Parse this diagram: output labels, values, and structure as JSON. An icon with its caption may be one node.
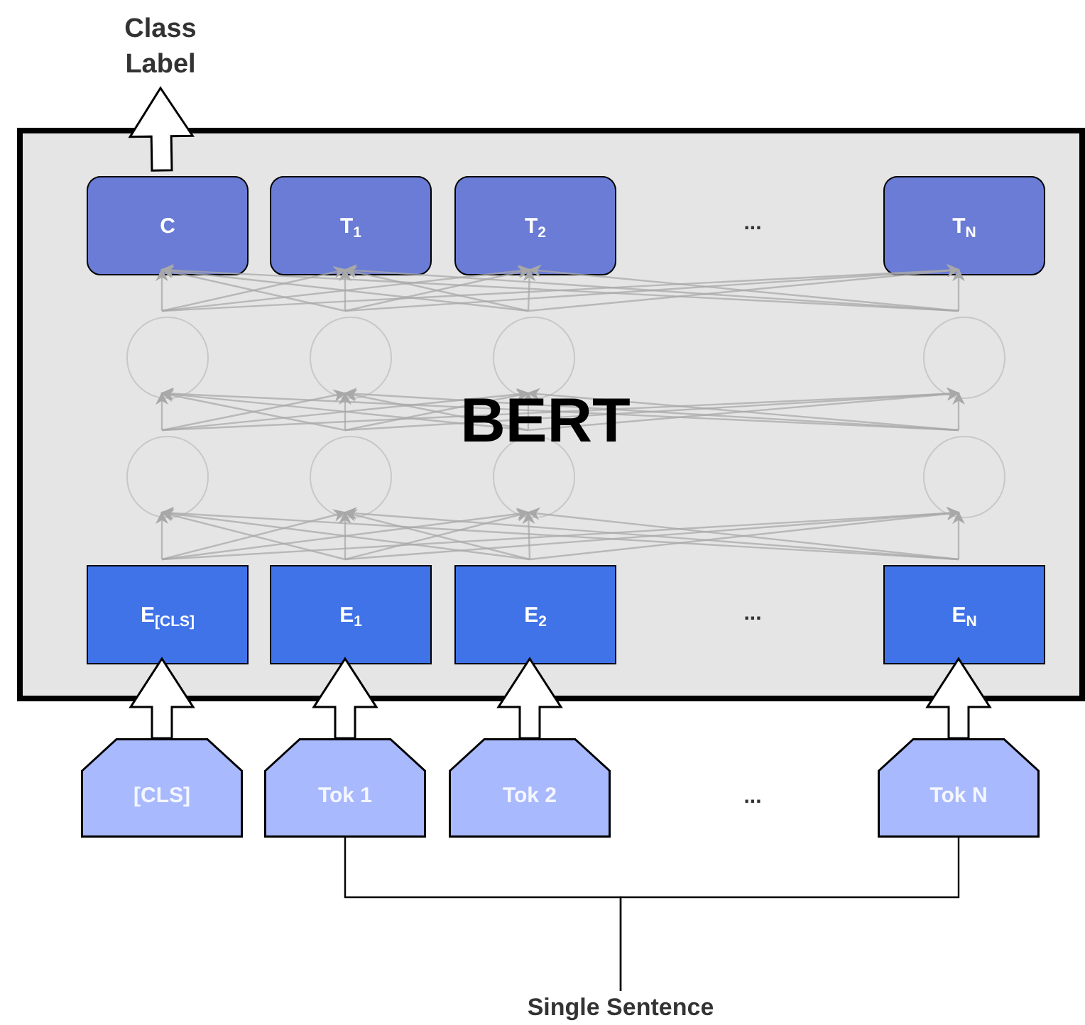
{
  "diagram": {
    "nodes": [
      {
        "text": [
          "BERT"
        ]
      },
      {
        "text": [
          "C"
        ],
        "in": 0
      },
      {
        "text": [
          "T$_{1}$"
        ],
        "in": 0
      },
      {
        "text": [
          "T$_{2}$"
        ],
        "in": 0
      },
      {
        "text": [
          "T$_{N}$"
        ],
        "in": 0
      },
      {
        "text": [],
        "shape": "circle",
        "in": 0
      },
      {
        "text": [],
        "shape": "circle",
        "in": 0
      },
      {
        "text": [],
        "shape": "circle",
        "in": 0
      },
      {
        "text": [],
        "shape": "circle",
        "in": 0
      },
      {
        "text": [],
        "shape": "circle",
        "in": 0
      },
      {
        "text": [],
        "shape": "circle",
        "in": 0
      },
      {
        "text": [],
        "shape": "circle",
        "in": 0
      },
      {
        "text": [],
        "shape": "circle",
        "in": 0
      },
      {
        "text": [
          "E$_{[CLS]}$"
        ],
        "in": 0
      },
      {
        "text": [
          "E$_{1}$"
        ],
        "in": 0
      },
      {
        "text": [
          "E$_{2}$"
        ],
        "in": 0
      },
      {
        "text": [
          "E$_{N}$"
        ],
        "in": 0
      },
      {
        "text": [
          "[CLS]"
        ]
      },
      {
        "text": [
          "Tok 1"
        ]
      },
      {
        "text": [
          "Tok 2"
        ]
      },
      {
        "text": [
          "Tok N"
        ]
      },
      {
        "text": [
          "Class Label"
        ]
      },
      {
        "text": [
          "Single Sentence"
        ]
      }
    ],
    "edges": [
      {
        "from": 13,
        "to": 9,
        "arrow": "to"
      },
      {
        "from": 13,
        "to": 10,
        "arrow": "to"
      },
      {
        "from": 13,
        "to": 11,
        "arrow": "to"
      },
      {
        "from": 13,
        "to": 12,
        "arrow": "to"
      },
      {
        "from": 14,
        "to": 9,
        "arrow": "to"
      },
      {
        "from": 14,
        "to": 10,
        "arrow": "to"
      },
      {
        "from": 14,
        "to": 11,
        "arrow": "to"
      },
      {
        "from": 14,
        "to": 12,
        "arrow": "to"
      },
      {
        "from": 15,
        "to": 9,
        "arrow": "to"
      },
      {
        "from": 15,
        "to": 10,
        "arrow": "to"
      },
      {
        "from": 15,
        "to": 11,
        "arrow": "to"
      },
      {
        "from": 15,
        "to": 12,
        "arrow": "to"
      },
      {
        "from": 16,
        "to": 9,
        "arrow": "to"
      },
      {
        "from": 16,
        "to": 10,
        "arrow": "to"
      },
      {
        "from": 16,
        "to": 11,
        "arrow": "to"
      },
      {
        "from": 16,
        "to": 12,
        "arrow": "to"
      },
      {
        "from": 9,
        "to": 5,
        "arrow": "to"
      },
      {
        "from": 9,
        "to": 6,
        "arrow": "to"
      },
      {
        "from": 9,
        "to": 7,
        "arrow": "to"
      },
      {
        "from": 9,
        "to": 8,
        "arrow": "to"
      },
      {
        "from": 10,
        "to": 5,
        "arrow": "to"
      },
      {
        "from": 10,
        "to": 6,
        "arrow": "to"
      },
      {
        "from": 10,
        "to": 7,
        "arrow": "to"
      },
      {
        "from": 10,
        "to": 8,
        "arrow": "to"
      },
      {
        "from": 11,
        "to": 5,
        "arrow": "to"
      },
      {
        "from": 11,
        "to": 6,
        "arrow": "to"
      },
      {
        "from": 11,
        "to": 7,
        "arrow": "to"
      },
      {
        "from": 11,
        "to": 8,
        "arrow": "to"
      },
      {
        "from": 12,
        "to": 5,
        "arrow": "to"
      },
      {
        "from": 12,
        "to": 6,
        "arrow": "to"
      },
      {
        "from": 12,
        "to": 7,
        "arrow": "to"
      },
      {
        "from": 12,
        "to": 8,
        "arrow": "to"
      },
      {
        "from": 5,
        "to": 1,
        "arrow": "to"
      },
      {
        "from": 5,
        "to": 2,
        "arrow": "to"
      },
      {
        "from": 5,
        "to": 3,
        "arrow": "to"
      },
      {
        "from": 5,
        "to": 4,
        "arrow": "to"
      },
      {
        "from": 6,
        "to": 1,
        "arrow": "to"
      },
      {
        "from": 6,
        "to": 2,
        "arrow": "to"
      },
      {
        "from": 6,
        "to": 3,
        "arrow": "to"
      },
      {
        "from": 6,
        "to": 4,
        "arrow": "to"
      },
      {
        "from": 7,
        "to": 1,
        "arrow": "to"
      },
      {
        "from": 7,
        "to": 2,
        "arrow": "to"
      },
      {
        "from": 7,
        "to": 3,
        "arrow": "to"
      },
      {
        "from": 7,
        "to": 4,
        "arrow": "to"
      },
      {
        "from": 8,
        "to": 1,
        "arrow": "to"
      },
      {
        "from": 8,
        "to": 2,
        "arrow": "to"
      },
      {
        "from": 8,
        "to": 3,
        "arrow": "to"
      },
      {
        "from": 8,
        "to": 4,
        "arrow": "to"
      },
      {
        "from": 17,
        "to": 13,
        "arrow": "to",
        "style": "thick",
        "color": "#000000"
      },
      {
        "from": 18,
        "to": 14,
        "arrow": "to",
        "style": "thick",
        "color": "#000000"
      },
      {
        "from": 19,
        "to": 15,
        "arrow": "to",
        "style": "thick",
        "color": "#000000"
      },
      {
        "from": 20,
        "to": 16,
        "arrow": "to",
        "style": "thick",
        "color": "#000000"
      },
      {
        "from": 1,
        "to": 21,
        "arrow": "to",
        "style": "thick",
        "color": "#000000"
      },
      {
        "from": 22,
        "to": 18,
        "arrow": "none",
        "color": "#000000"
      },
      {
        "from": 22,
        "to": 20,
        "arrow": "none",
        "color": "#000000"
      }
    ],
    "labels": [
      "...",
      "...",
      "..."
    ]
  }
}
